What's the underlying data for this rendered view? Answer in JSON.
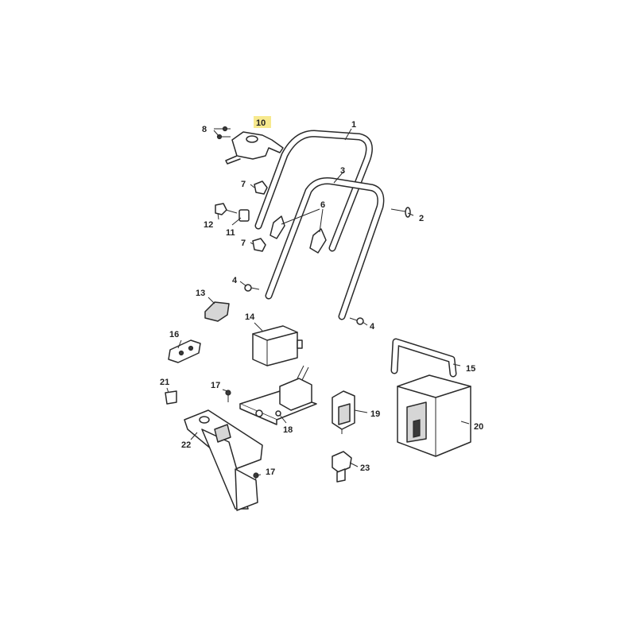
{
  "labels": {
    "p1": "1",
    "p2": "2",
    "p3": "3",
    "p4a": "4",
    "p4b": "4",
    "p6": "6",
    "p7a": "7",
    "p7b": "7",
    "p8": "8",
    "p10": "10",
    "p11": "11",
    "p12": "12",
    "p13": "13",
    "p14": "14",
    "p15": "15",
    "p16": "16",
    "p17a": "17",
    "p17b": "17",
    "p18": "18",
    "p19": "19",
    "p20": "20",
    "p21": "21",
    "p22": "22",
    "p23": "23"
  },
  "highlighted_part": "10",
  "colors": {
    "highlight": "#f7e98e",
    "line": "#2a2a2a",
    "shade": "#d6d6d6"
  }
}
